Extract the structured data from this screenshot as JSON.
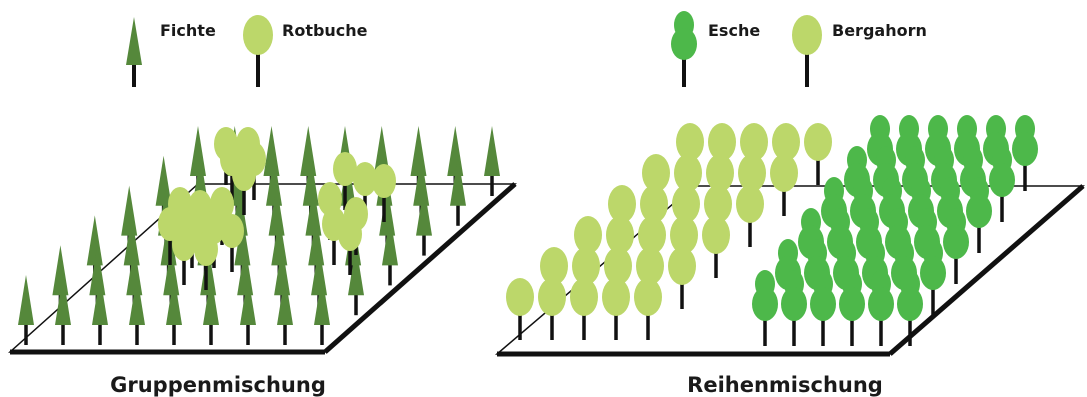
{
  "legend_left": {
    "items": [
      {
        "label": "Fichte",
        "icon": "spruce-icon"
      },
      {
        "label": "Rotbuche",
        "icon": "beech-icon"
      }
    ]
  },
  "legend_right": {
    "items": [
      {
        "label": "Esche",
        "icon": "ash-icon"
      },
      {
        "label": "Bergahorn",
        "icon": "maple-icon"
      }
    ]
  },
  "panels": [
    {
      "caption": "Gruppenmischung"
    },
    {
      "caption": "Reihenmischung"
    }
  ],
  "colors": {
    "spruce": "#55883b",
    "beech": "#bcd76a",
    "ash": "#4db84a",
    "maple": "#bcd76a",
    "trunk": "#111111"
  }
}
